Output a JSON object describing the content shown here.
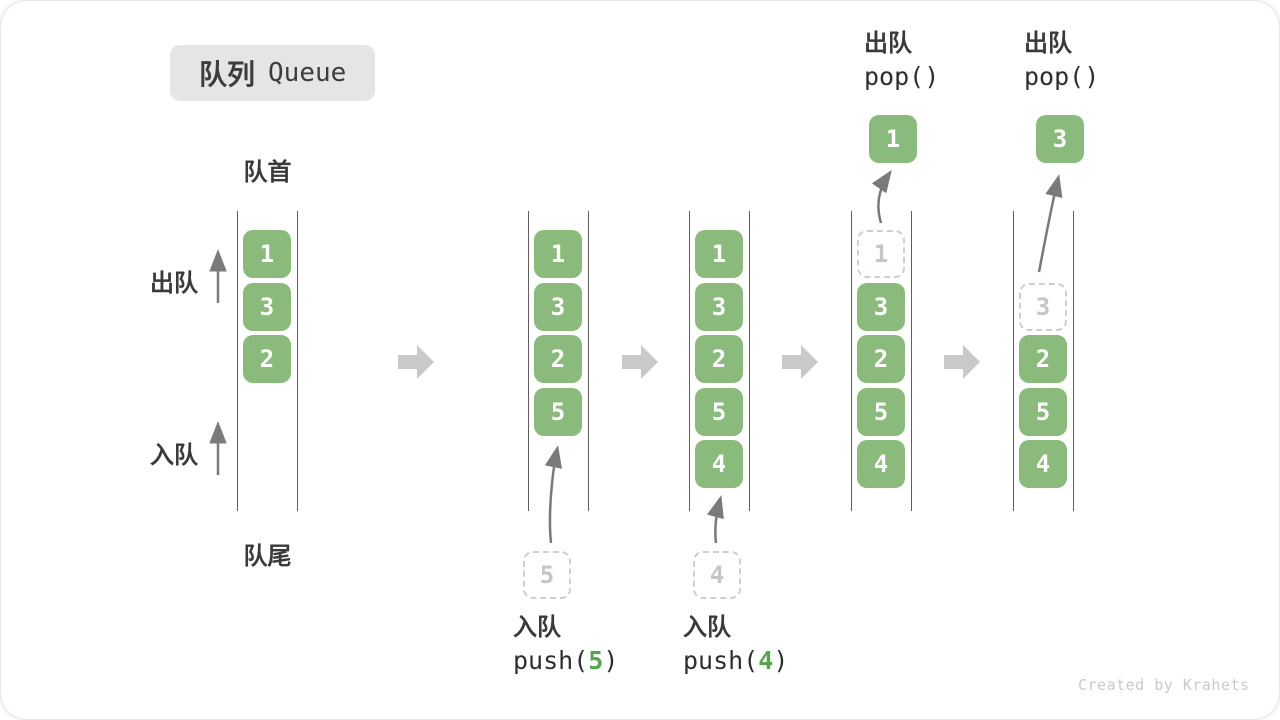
{
  "title": {
    "zh": "队列",
    "en": "Queue"
  },
  "queue_labels": {
    "front": "队首",
    "rear": "队尾",
    "dequeue": "出队",
    "enqueue": "入队"
  },
  "watermark": "Created by Krahets",
  "colors": {
    "element_green": "#8aba7c",
    "code_arg_green": "#57a34f",
    "ghost_gray": "#cfcfcf",
    "transition_arrow_gray": "#c9c9c9",
    "line_gray": "#5f5f5f",
    "label_dark": "#3a3a3a"
  },
  "states": [
    {
      "name": "initial",
      "slots": [
        {
          "v": "1",
          "kind": "green"
        },
        {
          "v": "3",
          "kind": "green"
        },
        {
          "v": "2",
          "kind": "green"
        },
        null,
        null
      ]
    },
    {
      "name": "after-push-5",
      "slots": [
        {
          "v": "1",
          "kind": "green"
        },
        {
          "v": "3",
          "kind": "green"
        },
        {
          "v": "2",
          "kind": "green"
        },
        {
          "v": "5",
          "kind": "green"
        },
        null
      ],
      "annotation": {
        "side": "below",
        "ghost_value": "5",
        "label": "入队",
        "code_before": "push(",
        "code_arg": "5",
        "code_after": ")"
      }
    },
    {
      "name": "after-push-4",
      "slots": [
        {
          "v": "1",
          "kind": "green"
        },
        {
          "v": "3",
          "kind": "green"
        },
        {
          "v": "2",
          "kind": "green"
        },
        {
          "v": "5",
          "kind": "green"
        },
        {
          "v": "4",
          "kind": "green"
        }
      ],
      "annotation": {
        "side": "below",
        "ghost_value": "4",
        "label": "入队",
        "code_before": "push(",
        "code_arg": "4",
        "code_after": ")"
      }
    },
    {
      "name": "after-pop-1",
      "slots": [
        {
          "v": "1",
          "kind": "dashed"
        },
        {
          "v": "3",
          "kind": "green"
        },
        {
          "v": "2",
          "kind": "green"
        },
        {
          "v": "5",
          "kind": "green"
        },
        {
          "v": "4",
          "kind": "green"
        }
      ],
      "annotation": {
        "side": "above",
        "popped_value": "1",
        "label": "出队",
        "code": "pop()"
      }
    },
    {
      "name": "after-pop-3",
      "slots": [
        null,
        {
          "v": "3",
          "kind": "dashed"
        },
        {
          "v": "2",
          "kind": "green"
        },
        {
          "v": "5",
          "kind": "green"
        },
        {
          "v": "4",
          "kind": "green"
        }
      ],
      "annotation": {
        "side": "above",
        "popped_value": "3",
        "label": "出队",
        "code": "pop()"
      }
    }
  ]
}
